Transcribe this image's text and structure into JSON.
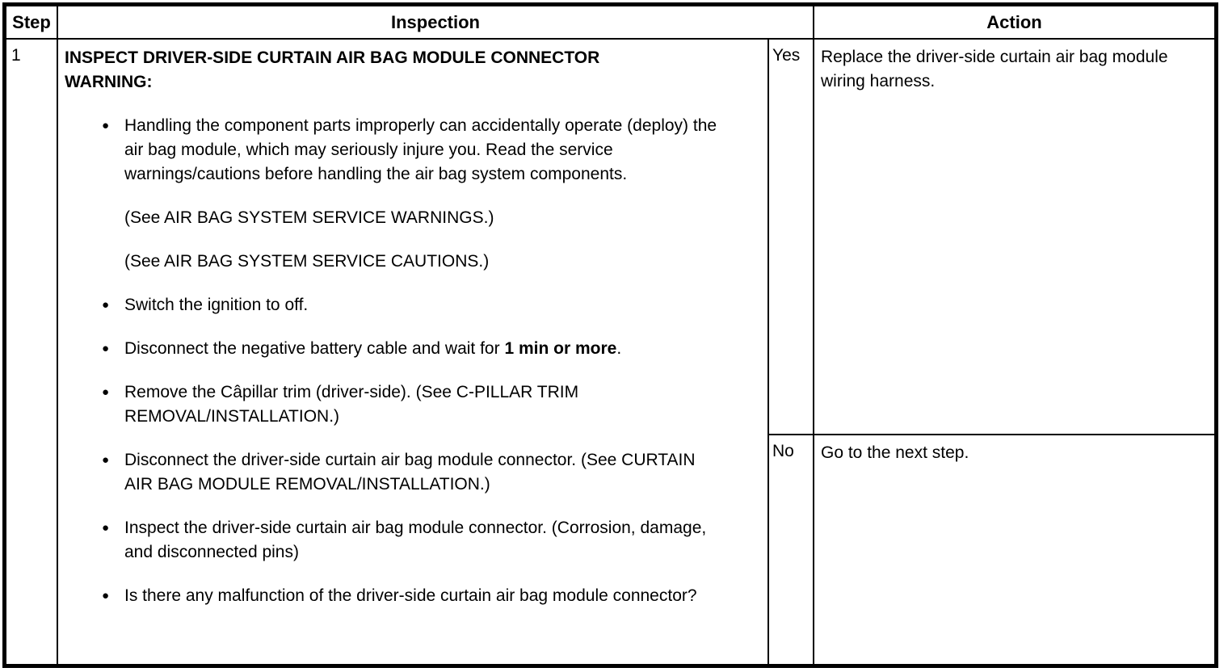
{
  "table": {
    "headers": {
      "step": "Step",
      "inspection": "Inspection",
      "action": "Action"
    },
    "row": {
      "step_number": "1",
      "inspection": {
        "title": "INSPECT DRIVER-SIDE CURTAIN AIR BAG MODULE CONNECTOR",
        "warning_label": "WARNING:",
        "bullet_glyph": "●",
        "warning_bullet": "Handling the component parts improperly can accidentally operate (deploy) the air bag module, which may seriously injure you. Read the service warnings/cautions before handling the air bag system components.",
        "see_refs": [
          "(See AIR BAG SYSTEM SERVICE WARNINGS.)",
          "(See AIR BAG SYSTEM SERVICE CAUTIONS.)"
        ],
        "steps": [
          {
            "text": "Switch the ignition to off."
          },
          {
            "pre": "Disconnect the negative battery cable and wait for ",
            "bold": "1 min or more",
            "post": "."
          },
          {
            "text": "Remove the Câpillar trim (driver-side). (See C-PILLAR TRIM REMOVAL/INSTALLATION.)"
          },
          {
            "text": "Disconnect the driver-side curtain air bag module connector. (See CURTAIN AIR BAG MODULE REMOVAL/INSTALLATION.)"
          },
          {
            "text": "Inspect the driver-side curtain air bag module connector. (Corrosion, damage, and disconnected pins)"
          },
          {
            "text": "Is there any malfunction of the driver-side curtain air bag module connector?"
          }
        ]
      },
      "outcomes": [
        {
          "label": "Yes",
          "action": "Replace the driver-side curtain air bag module wiring harness."
        },
        {
          "label": "No",
          "action": "Go to the next step."
        }
      ]
    }
  }
}
